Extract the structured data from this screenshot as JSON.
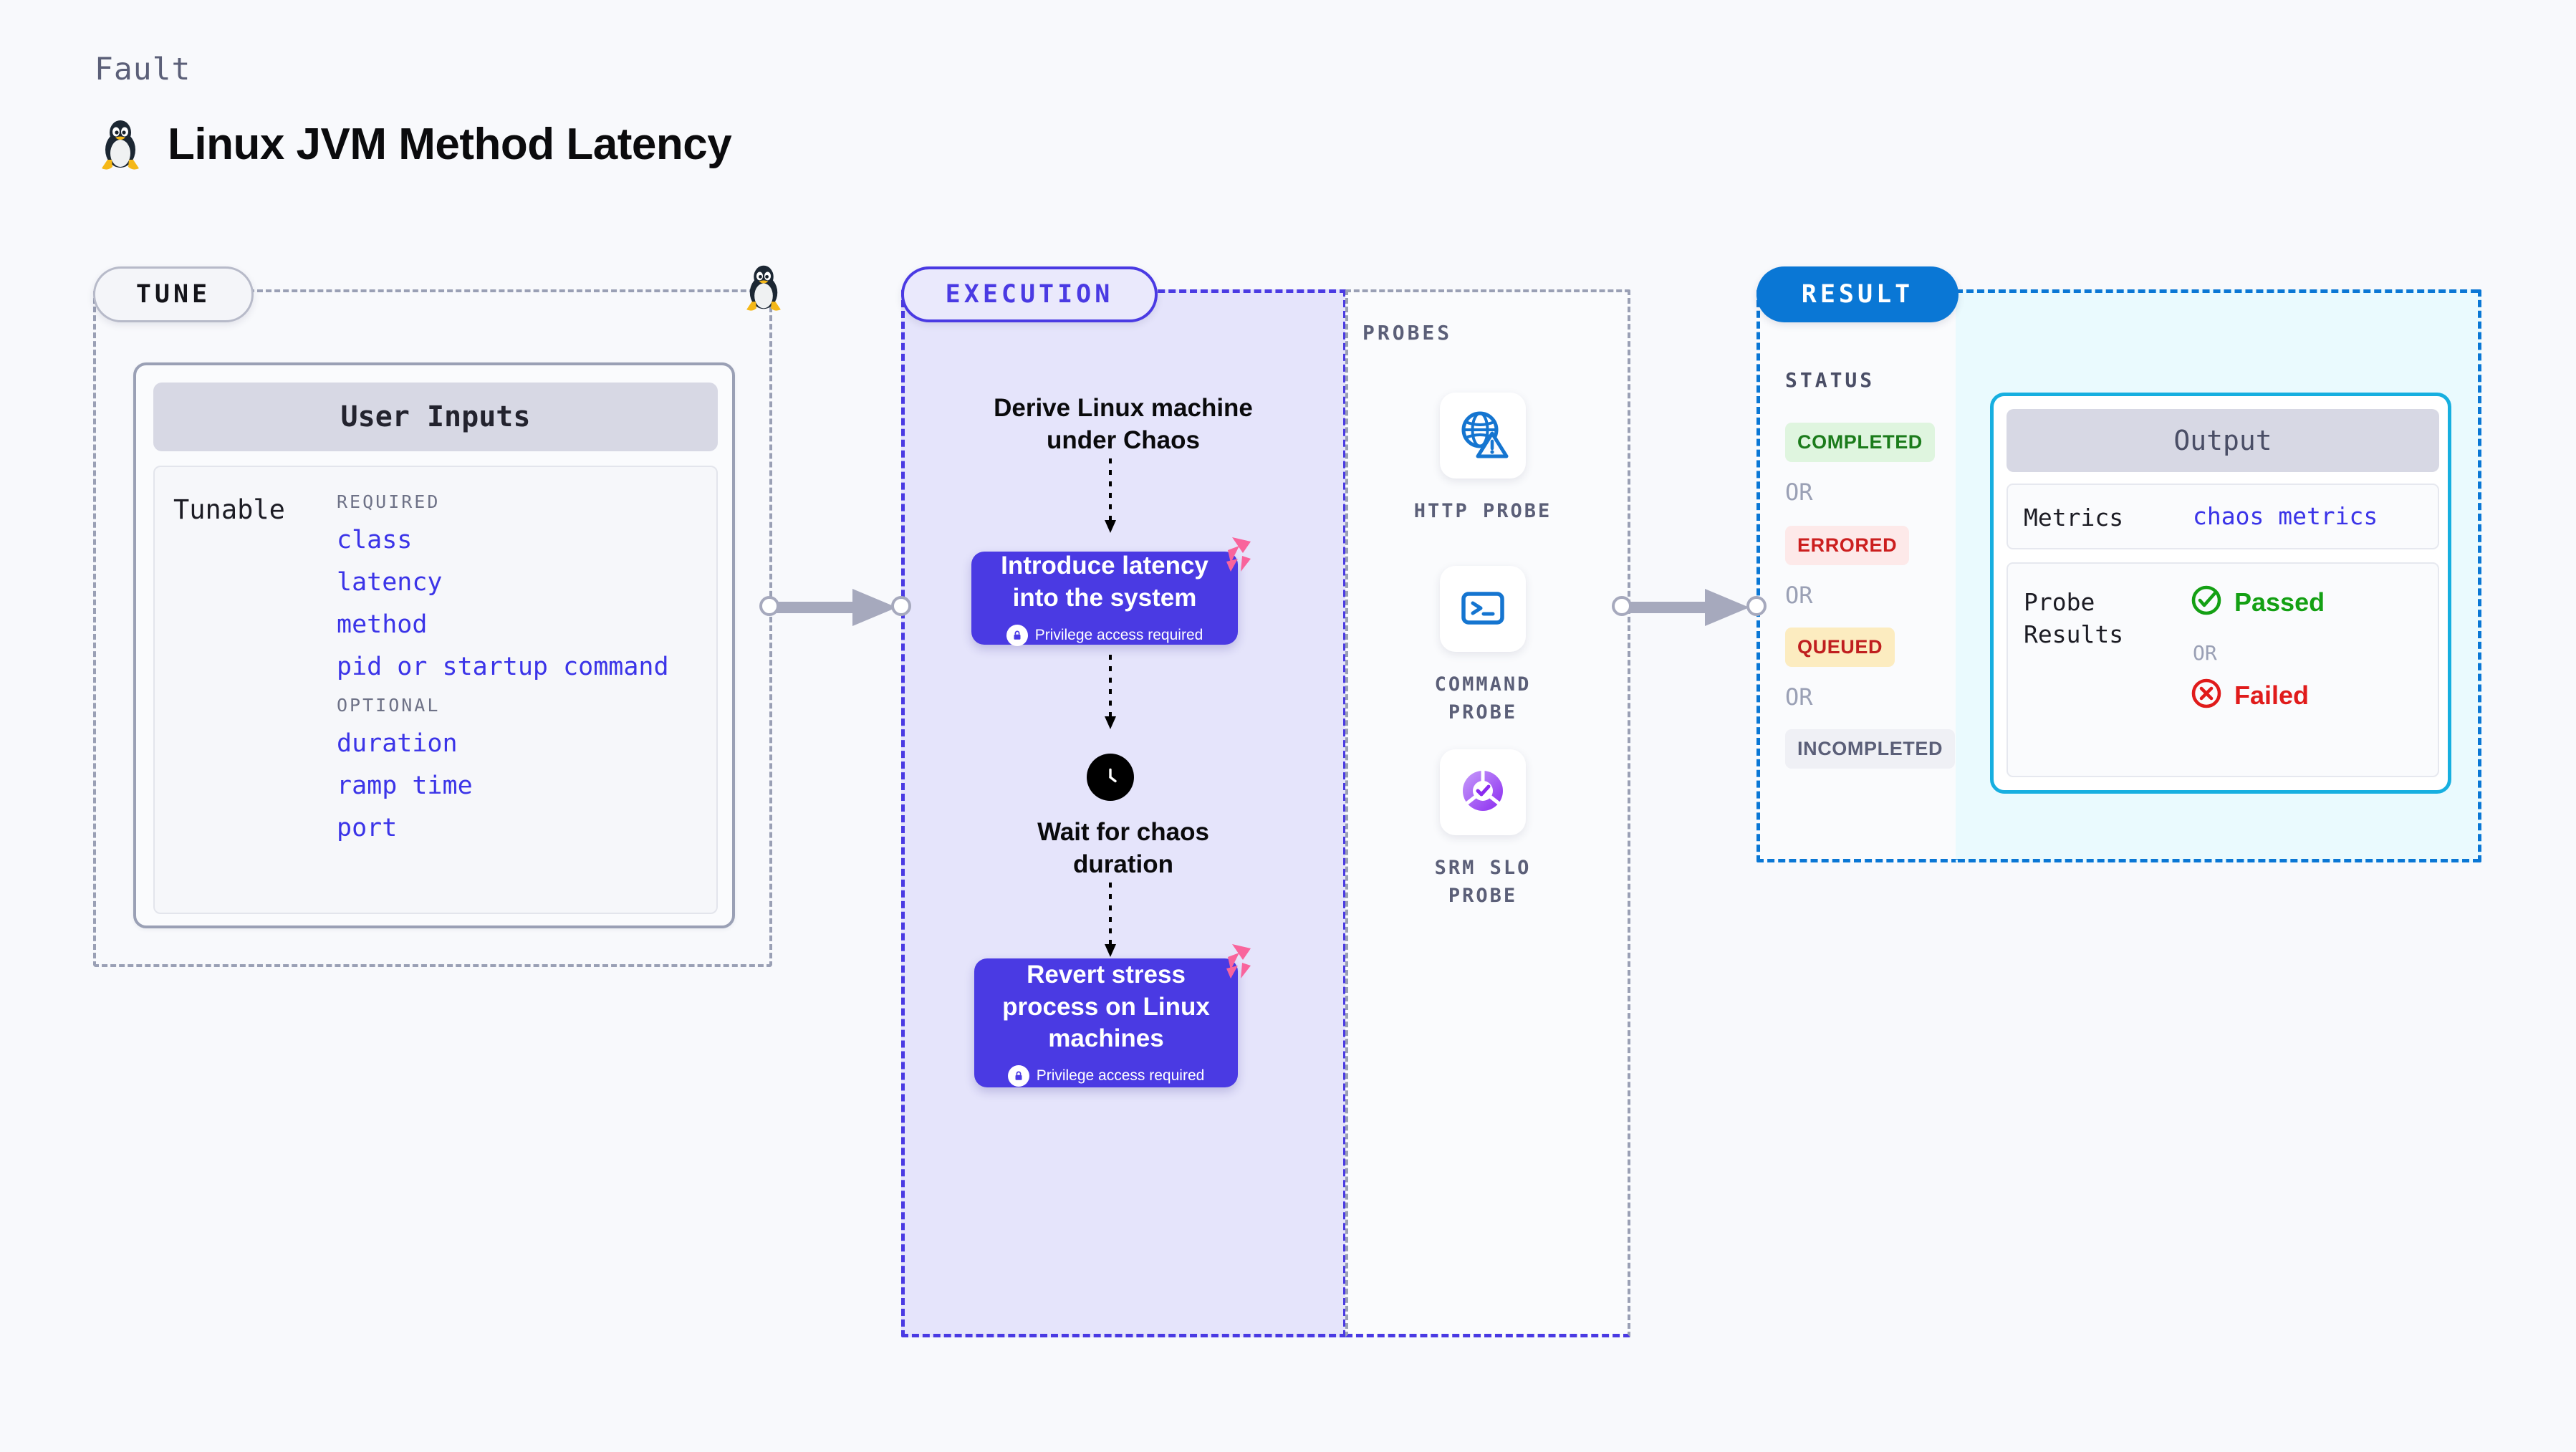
{
  "header": {
    "eyebrow": "Fault",
    "title": "Linux JVM Method Latency",
    "icon": "linux-penguin-icon"
  },
  "colors": {
    "background": "#F8F9FC",
    "accent_purple": "#4A3AE3",
    "accent_blue": "#0A77D5",
    "accent_cyan": "#17AFE0",
    "harness_pink": "#F9649C",
    "text_muted": "#5B5F78"
  },
  "tune": {
    "pill_label": "TUNE",
    "card_title": "User Inputs",
    "row_label": "Tunable",
    "groups": [
      {
        "name": "REQUIRED",
        "items": [
          "class",
          "latency",
          "method",
          "pid or startup command"
        ]
      },
      {
        "name": "OPTIONAL",
        "items": [
          "duration",
          "ramp time",
          "port"
        ]
      }
    ]
  },
  "execution": {
    "pill_label": "EXECUTION",
    "steps": [
      {
        "type": "text",
        "label": "Derive Linux machine\nunder Chaos"
      },
      {
        "type": "node",
        "label": "Introduce latency\ninto the system",
        "privilege": "Privilege access required",
        "badge": "harness-logo-icon"
      },
      {
        "type": "wait",
        "label": "Wait for chaos\nduration",
        "icon": "clock-icon"
      },
      {
        "type": "node",
        "label": "Revert stress\nprocess on Linux\nmachines",
        "privilege": "Privilege access required",
        "badge": "harness-logo-icon"
      }
    ]
  },
  "probes": {
    "title": "PROBES",
    "items": [
      {
        "label": "HTTP  PROBE",
        "icon": "globe-warning-icon"
      },
      {
        "label": "COMMAND\nPROBE",
        "icon": "terminal-icon"
      },
      {
        "label": "SRM  SLO\nPROBE",
        "icon": "slo-donut-check-icon"
      }
    ]
  },
  "result": {
    "pill_label": "RESULT",
    "status_title": "STATUS",
    "or_label": "OR",
    "statuses": [
      {
        "label": "COMPLETED",
        "bg": "#DFF5DF",
        "fg": "#1B7B1B"
      },
      {
        "label": "ERRORED",
        "bg": "#FDE9E9",
        "fg": "#CC1F1F"
      },
      {
        "label": "QUEUED",
        "bg": "#FCECC0",
        "fg": "#C01F1F"
      },
      {
        "label": "INCOMPLETED",
        "bg": "#EFF0F5",
        "fg": "#5B5F78"
      }
    ],
    "output": {
      "title": "Output",
      "metrics_key": "Metrics",
      "metrics_value": "chaos metrics",
      "probe_key": "Probe\nResults",
      "passed_label": "Passed",
      "failed_label": "Failed",
      "or_label": "OR",
      "passed_color": "#14A014",
      "failed_color": "#E01B1B"
    }
  }
}
